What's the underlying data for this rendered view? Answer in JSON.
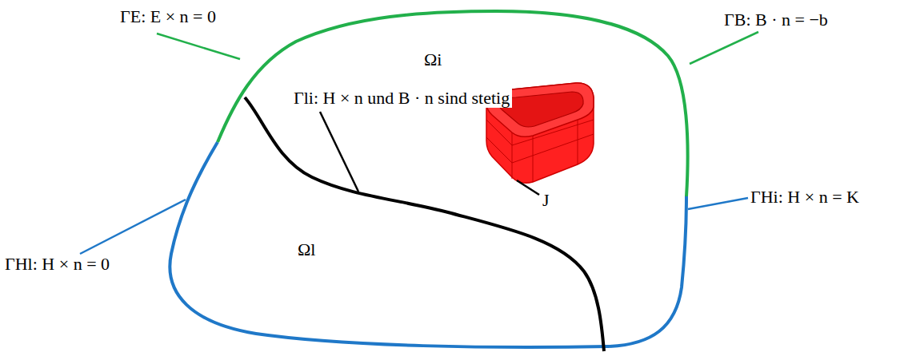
{
  "diagram": {
    "labels": [
      "ΓE: E × n = 0",
      "ΓB: B · n = −b",
      "Ωi",
      "Γli: H × n und B · n sind stetig",
      "J",
      "Ωl",
      "ΓHl: H × n = 0",
      "ΓHi: H × n = K"
    ]
  }
}
